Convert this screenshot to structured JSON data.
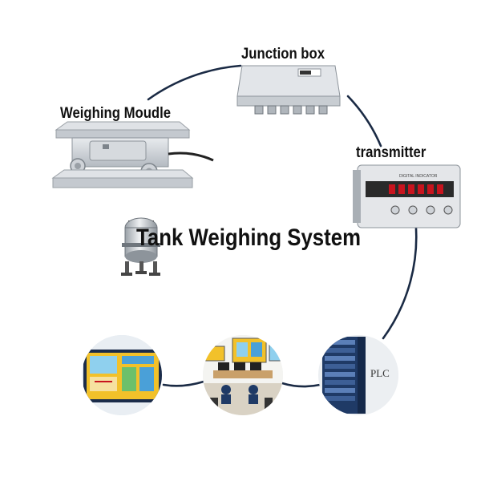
{
  "title": "Tank Weighing System",
  "nodes": {
    "weighing_module": {
      "label": "Weighing  Moudle"
    },
    "junction_box": {
      "label": "Junction box"
    },
    "transmitter": {
      "label": "transmitter",
      "panel_text": "DIGITAL INDICATOR"
    },
    "plc": {
      "label": "PLC"
    },
    "control_room": {
      "label": ""
    },
    "monitor": {
      "label": ""
    }
  },
  "colors": {
    "ring": "#1a2a44",
    "steel": "#c9ced4",
    "display": "#c8141e",
    "plc_rack": "#1f3a66"
  },
  "icons": [
    "tank-icon",
    "load-cell-module-icon",
    "junction-box-icon",
    "digital-indicator-icon",
    "plc-rack-icon",
    "control-room-icon",
    "scada-monitor-icon"
  ]
}
